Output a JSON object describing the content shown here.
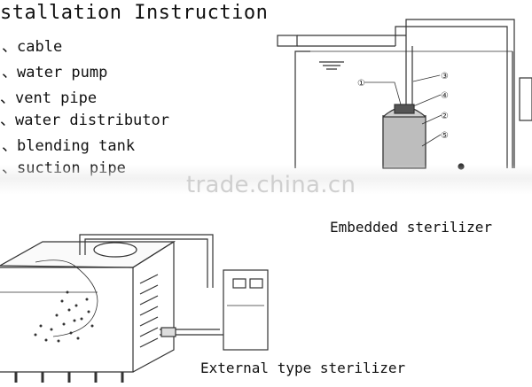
{
  "title": "stallation Instruction",
  "items": [
    "、cable",
    "、water pump",
    "、vent pipe",
    "、water distributor",
    "、blending tank",
    "、suction pipe"
  ],
  "captions": {
    "embedded": "Embedded sterilizer",
    "external": "External type sterilizer"
  },
  "callouts": [
    "①",
    "②",
    "③",
    "④",
    "⑤"
  ],
  "watermark": "trade.china.cn"
}
